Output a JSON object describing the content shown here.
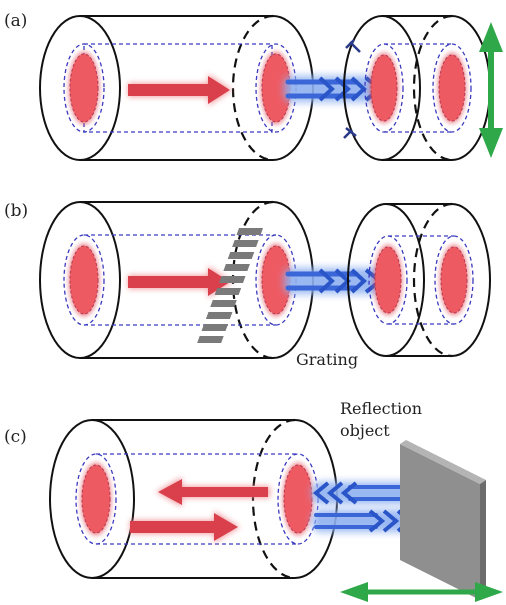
{
  "panels": [
    {
      "label": "(a)"
    },
    {
      "label": "(b)",
      "annotation": "Grating"
    },
    {
      "label": "(c)",
      "annotation_line1": "Reflection",
      "annotation_line2": "object"
    }
  ],
  "colors": {
    "outline": "#111111",
    "core_dashed": "#3b3bc0",
    "spot": "#ee5a62",
    "red_arrow": "#d9404b",
    "blue_arrow": "#3a66d8",
    "green_arrow": "#2fa84a",
    "grating": "#7a7a7a",
    "reflector": "#8f8f8f"
  },
  "icons": [
    "red-arrow",
    "blue-chevron-arrow",
    "green-double-arrow",
    "grating-stack",
    "reflection-plate"
  ]
}
